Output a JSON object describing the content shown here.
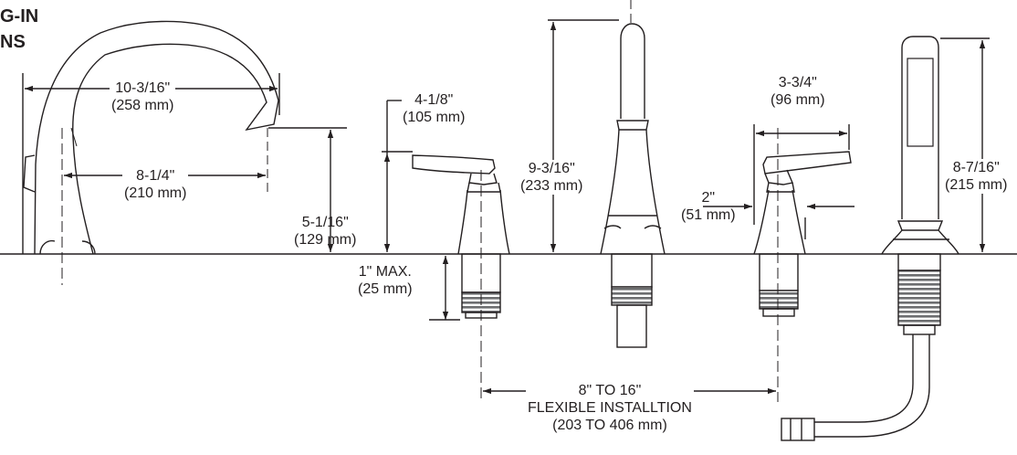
{
  "heading": {
    "line1": "G-IN",
    "line2": "NS"
  },
  "dimensions": {
    "spout_reach": {
      "imperial": "10-3/16\"",
      "metric": "(258 mm)"
    },
    "spout_center": {
      "imperial": "8-1/4\"",
      "metric": "(210 mm)"
    },
    "spout_height": {
      "imperial": "5-1/16\"",
      "metric": "(129 mm)"
    },
    "handle_height": {
      "imperial": "4-1/8\"",
      "metric": "(105 mm)"
    },
    "deck_thickness": {
      "imperial": "1\" MAX.",
      "metric": "(25 mm)"
    },
    "diverter_height": {
      "imperial": "9-3/16\"",
      "metric": "(233 mm)"
    },
    "handle_length": {
      "imperial": "3-3/4\"",
      "metric": "(96 mm)"
    },
    "base_diameter": {
      "imperial": "2\"",
      "metric": "(51 mm)"
    },
    "handshower_height": {
      "imperial": "8-7/16\"",
      "metric": "(215 mm)"
    },
    "spread": {
      "imperial": "8\" TO 16\"",
      "note": "FLEXIBLE INSTALLTION",
      "metric": "(203 TO 406 mm)"
    }
  },
  "colors": {
    "line": "#231f20",
    "background": "#ffffff",
    "thread": "#6d6e70"
  }
}
